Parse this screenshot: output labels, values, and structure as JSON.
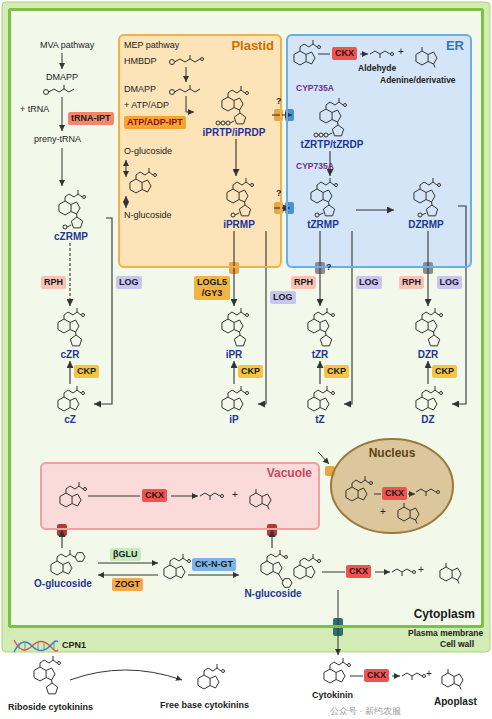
{
  "diagram": {
    "nodes": [
      {
        "text": [
          "Cytoplasm"
        ]
      },
      {
        "text": [
          "Plastid"
        ],
        "in": 0
      },
      {
        "text": [
          "ER"
        ],
        "in": 0
      },
      {
        "text": [
          "tRNA-IPT"
        ],
        "in": 0
      },
      {
        "text": [
          "cZRMP"
        ],
        "in": 0
      },
      {
        "text": [
          "ATP/ADP-IPT"
        ],
        "in": 1
      },
      {
        "text": [
          "iPRTP/iPRDP"
        ],
        "in": 1
      },
      {
        "text": [
          "iPRMP"
        ],
        "in": 1
      },
      {
        "text": [
          "CKX"
        ],
        "in": 2
      },
      {
        "text": [
          "tZRTP/tZRDP"
        ],
        "in": 2
      },
      {
        "text": [
          "tZRMP"
        ],
        "in": 2
      },
      {
        "text": [
          "DZRMP"
        ],
        "in": 2
      },
      {
        "text": [
          "RPH"
        ],
        "in": 0
      },
      {
        "text": [
          "LOG"
        ],
        "in": 0
      },
      {
        "text": [
          "LOGL5 /GY3"
        ],
        "in": 0
      },
      {
        "text": [
          "LOG"
        ],
        "in": 0
      },
      {
        "text": [
          "RPH"
        ],
        "in": 0
      },
      {
        "text": [
          "LOG"
        ],
        "in": 0
      },
      {
        "text": [
          "RPH"
        ],
        "in": 0
      },
      {
        "text": [
          "LOG"
        ],
        "in": 0
      },
      {
        "text": [
          "cZR"
        ],
        "in": 0
      },
      {
        "text": [
          "iPR"
        ],
        "in": 0
      },
      {
        "text": [
          "tZR"
        ],
        "in": 0
      },
      {
        "text": [
          "DZR"
        ],
        "in": 0
      },
      {
        "text": [
          "CKP"
        ],
        "in": 0
      },
      {
        "text": [
          "CKP"
        ],
        "in": 0
      },
      {
        "text": [
          "CKP"
        ],
        "in": 0
      },
      {
        "text": [
          "CKP"
        ],
        "in": 0
      },
      {
        "text": [
          "cZ"
        ],
        "in": 0
      },
      {
        "text": [
          "iP"
        ],
        "in": 0
      },
      {
        "text": [
          "tZ"
        ],
        "in": 0
      },
      {
        "text": [
          "DZ"
        ],
        "in": 0
      },
      {
        "text": [
          "Vacuole"
        ],
        "in": 0
      },
      {
        "text": [
          "CKX"
        ],
        "in": 32
      },
      {
        "text": [
          "Nucleus"
        ],
        "in": 0
      },
      {
        "text": [
          "CKX"
        ],
        "in": 34
      },
      {
        "text": [
          "βGLU"
        ],
        "in": 0
      },
      {
        "text": [
          "ZOGT"
        ],
        "in": 0
      },
      {
        "text": [
          "CK-N-GT"
        ],
        "in": 0
      },
      {
        "text": [
          "O-glucoside"
        ],
        "in": 0
      },
      {
        "text": [
          "N-glucoside"
        ],
        "in": 0
      },
      {
        "text": [
          "CKX"
        ],
        "in": 0
      },
      {
        "text": [
          "CKX"
        ]
      }
    ],
    "edges": [
      {
        "from": 4,
        "to": 20,
        "arrow": "to"
      },
      {
        "from": 4,
        "to": 28,
        "arrow": "to"
      },
      {
        "from": 28,
        "to": 20,
        "arrow": "to"
      },
      {
        "from": 6,
        "to": 7,
        "arrow": "to"
      },
      {
        "from": 7,
        "to": 21,
        "arrow": "to"
      },
      {
        "from": 7,
        "to": 29,
        "arrow": "to"
      },
      {
        "from": 29,
        "to": 21,
        "arrow": "to"
      },
      {
        "from": 6,
        "to": 9,
        "arrow": "to"
      },
      {
        "from": 7,
        "to": 10,
        "arrow": "to"
      },
      {
        "from": 9,
        "to": 10,
        "arrow": "to"
      },
      {
        "from": 10,
        "to": 11,
        "arrow": "to"
      },
      {
        "from": 10,
        "to": 22,
        "arrow": "to"
      },
      {
        "from": 10,
        "to": 30,
        "arrow": "to"
      },
      {
        "from": 30,
        "to": 22,
        "arrow": "to"
      },
      {
        "from": 11,
        "to": 23,
        "arrow": "to"
      },
      {
        "from": 11,
        "to": 31,
        "arrow": "to"
      },
      {
        "from": 31,
        "to": 23,
        "arrow": "to"
      },
      {
        "from": 39,
        "to": 32,
        "arrow": "to"
      },
      {
        "from": 40,
        "to": 32,
        "arrow": "to"
      }
    ],
    "labels": [
      "MVA pathway",
      "DMAPP",
      "+ tRNA",
      "preny-tRNA",
      "MEP pathway",
      "HMBDP",
      "DMAPP",
      "+ ATP/ADP",
      "O-glucoside",
      "N-glucoside",
      "?",
      "?",
      "CYP735A",
      "CYP735A",
      "Aldehyde",
      "Adenine/derivative",
      "+",
      "?",
      "+",
      "+",
      "+",
      "Plasma membrane",
      "Cell wall",
      "CPN1",
      "Riboside cytokinins",
      "Free base cytokinins",
      "Cytokinin",
      "+",
      "Apoplast",
      "公众号 · 新约农服"
    ]
  }
}
